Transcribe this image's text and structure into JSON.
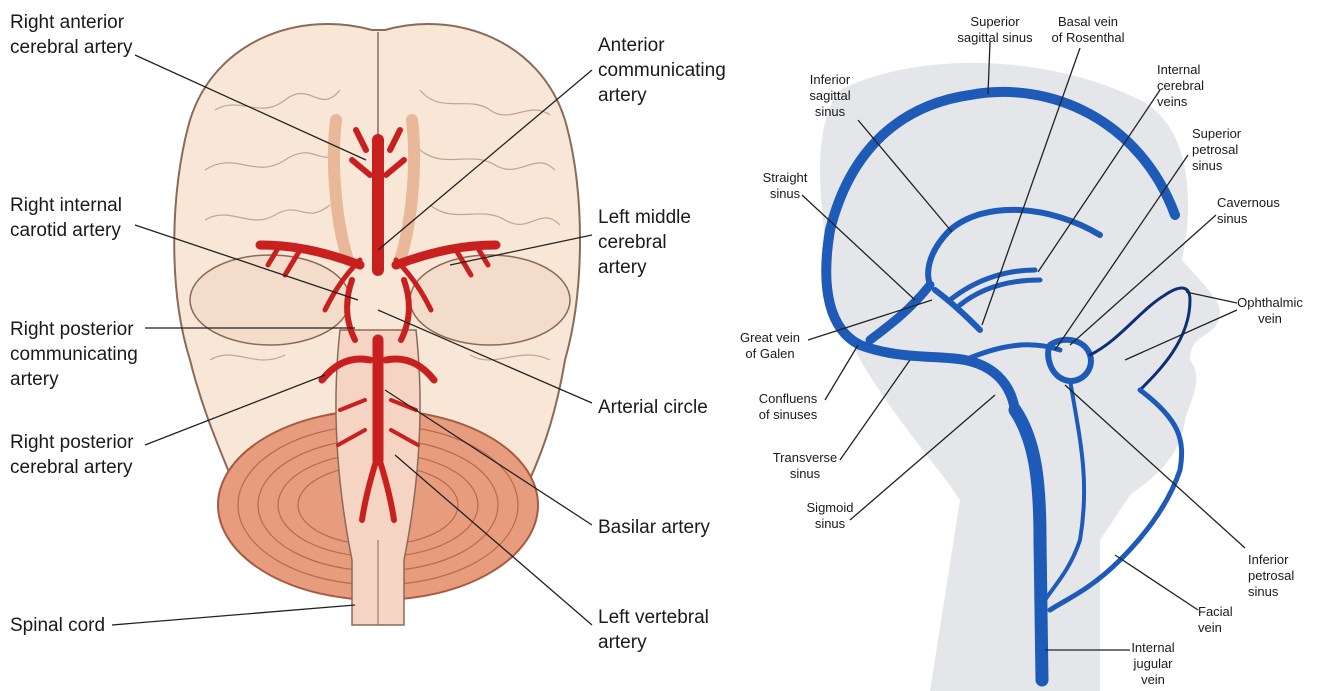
{
  "arteries_diagram": {
    "labels": {
      "right_anterior_cerebral": "Right anterior\ncerebral artery",
      "anterior_communicating": "Anterior\ncommunicating\nartery",
      "right_internal_carotid": "Right internal\ncarotid artery",
      "left_middle_cerebral": "Left middle\ncerebral\nartery",
      "right_posterior_communicating": "Right posterior\ncommunicating\nartery",
      "arterial_circle": "Arterial circle",
      "right_posterior_cerebral": "Right posterior\ncerebral artery",
      "basilar": "Basilar artery",
      "left_vertebral": "Left vertebral\nartery",
      "spinal_cord": "Spinal cord"
    }
  },
  "veins_diagram": {
    "labels": {
      "superior_sagittal_sinus": "Superior\nsagittal sinus",
      "basal_vein": "Basal vein\nof Rosenthal",
      "inferior_sagittal_sinus": "Inferior\nsagittal\nsinus",
      "internal_cerebral_veins": "Internal\ncerebral\nveins",
      "superior_petrosal_sinus": "Superior\npetrosal\nsinus",
      "straight_sinus": "Straight\nsinus",
      "cavernous_sinus": "Cavernous\nsinus",
      "ophthalmic_vein": "Ophthalmic\nvein",
      "great_vein_of_galen": "Great vein\nof Galen",
      "confluens_of_sinuses": "Confluens\nof sinuses",
      "transverse_sinus": "Transverse\nsinus",
      "sigmoid_sinus": "Sigmoid\nsinus",
      "inferior_petrosal_sinus": "Inferior\npetrosal\nsinus",
      "facial_vein": "Facial\nvein",
      "internal_jugular_vein": "Internal\njugular\nvein"
    }
  },
  "colors": {
    "artery_red": "#c8201e",
    "brain_fill": "#f8e6d6",
    "brain_outline": "#8a6a58",
    "cerebellum": "#e79c7e",
    "vein_blue": "#1e5bb8",
    "vein_dark": "#0c2f78",
    "head_shadow": "#e4e6ea"
  }
}
